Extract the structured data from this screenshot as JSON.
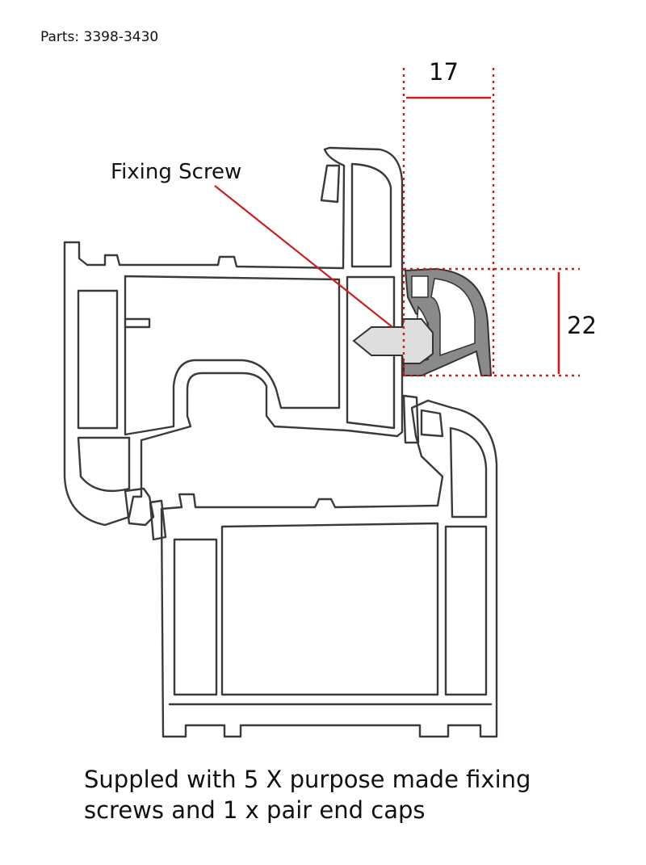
{
  "header": {
    "parts": "Parts: 3398-3430"
  },
  "callouts": {
    "fixing_screw": "Fixing Screw"
  },
  "dimensions": {
    "width_value": "17",
    "height_value": "22"
  },
  "caption": {
    "line1": "Suppled with 5 X purpose made fixing",
    "line2": "screws and 1 x pair end caps"
  },
  "colors": {
    "dimension_red": "#d01c1c",
    "profile_stroke": "#3a3a3a",
    "seal_fill": "#8a8a8a",
    "screw_fill": "#dedede"
  }
}
